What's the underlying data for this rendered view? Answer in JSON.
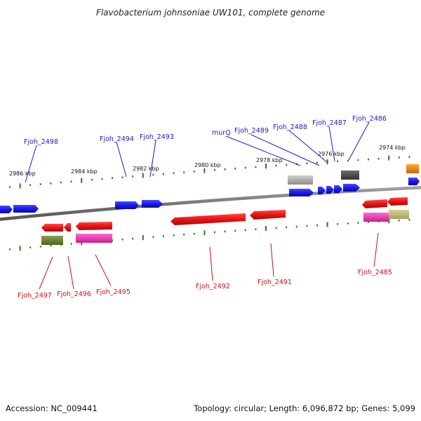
{
  "title": "Flavobacterium johnsoniae UW101, complete genome",
  "footer": {
    "accession": "Accession: NC_009441",
    "stats": "Topology: circular; Length: 6,096,872 bp; Genes: 5,099"
  },
  "ticks": [
    "2986 kbp",
    "2984 kbp",
    "2982 kbp",
    "2980 kbp",
    "2978 kbp",
    "2976 kbp",
    "2974 kbp"
  ],
  "top_labels": [
    "Fjoh_2498",
    "Fjoh_2494",
    "Fjoh_2493",
    "murQ",
    "Fjoh_2489",
    "Fjoh_2488",
    "Fjoh_2487",
    "Fjoh_2486"
  ],
  "bottom_labels": [
    "Fjoh_2497",
    "Fjoh_2496",
    "Fjoh_2495",
    "Fjoh_2492",
    "Fjoh_2491",
    "Fjoh_2485"
  ],
  "colors": {
    "forward": "#1a1aee",
    "reverse": "#ee1111",
    "tick": "#2a7a1a",
    "backbone": "#777777",
    "top_label": "#1a1acc",
    "bottom_label": "#cc1111"
  }
}
